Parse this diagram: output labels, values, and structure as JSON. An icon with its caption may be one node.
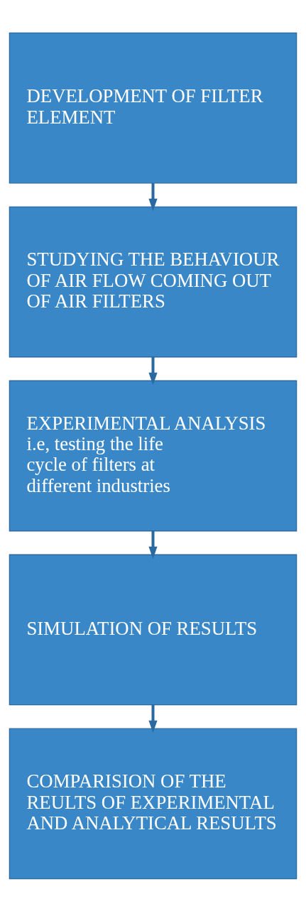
{
  "diagram": {
    "nodes": [
      {
        "text": [
          "DEVELOPMENT OF FILTER ELEMENT"
        ]
      },
      {
        "text": [
          "STUDYING THE BEHAVIOUR OF AIR FLOW COMING OUT OF AIR FILTERS"
        ]
      },
      {
        "text": [
          "EXPERIMENTAL ANALYSIS i.e, testing the life cycle of filters at different industries"
        ]
      },
      {
        "text": [
          "SIMULATION OF RESULTS"
        ]
      },
      {
        "text": [
          "COMPARISION OF THE REULTS OF EXPERIMENTAL AND ANALYTICAL RESULTS"
        ]
      }
    ],
    "edges": [
      {
        "from": 0,
        "to": 1,
        "arrow": "to"
      },
      {
        "from": 1,
        "to": 2,
        "arrow": "to"
      },
      {
        "from": 2,
        "to": 3,
        "arrow": "to"
      },
      {
        "from": 3,
        "to": 4,
        "arrow": "to"
      }
    ]
  }
}
